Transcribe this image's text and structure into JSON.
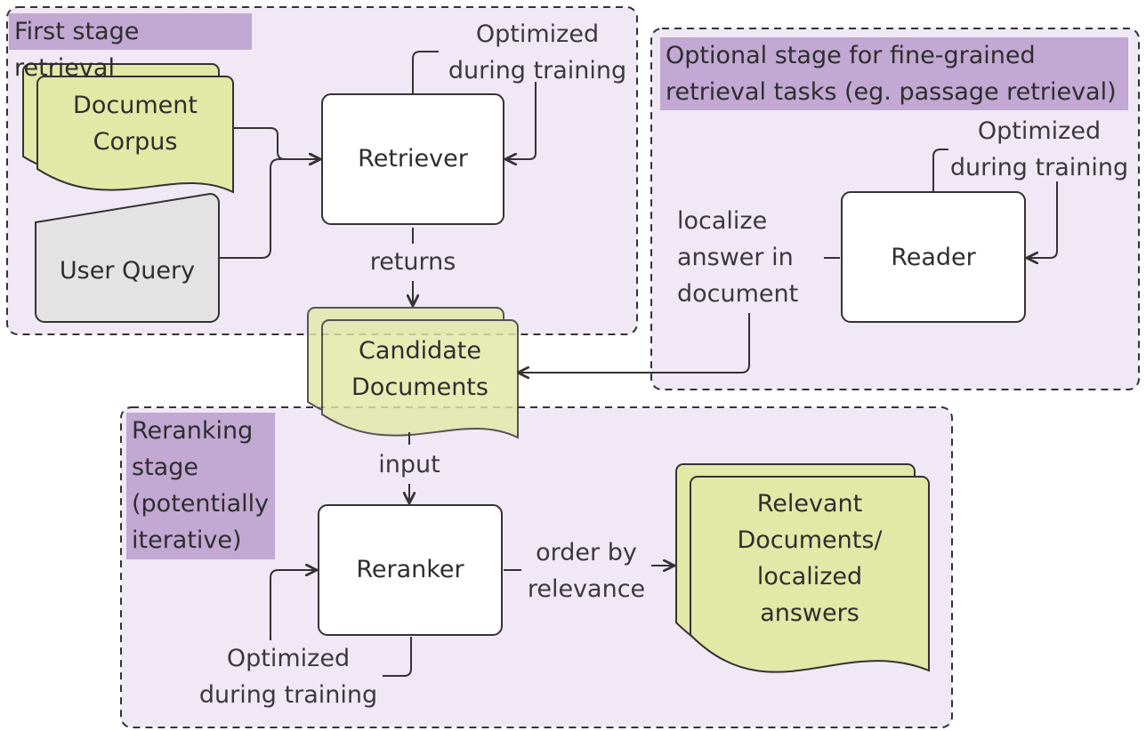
{
  "stages": {
    "first": "First stage retrieval",
    "optional": "Optional stage for fine-grained retrieval tasks (eg. passage retrieval)",
    "optional_line1": "Optional stage for fine-grained",
    "optional_line2": "retrieval tasks (eg. passage retrieval)",
    "rerank_line1": "Reranking",
    "rerank_line2": "stage",
    "rerank_line3": "(potentially",
    "rerank_line4": "iterative)"
  },
  "nodes": {
    "corpus_line1": "Document",
    "corpus_line2": "Corpus",
    "query": "User Query",
    "retriever": "Retriever",
    "candidates_line1": "Candidate",
    "candidates_line2": "Documents",
    "reader": "Reader",
    "reranker": "Reranker",
    "relevant_line1": "Relevant",
    "relevant_line2": "Documents/",
    "relevant_line3": "localized",
    "relevant_line4": "answers"
  },
  "edges": {
    "optimized": "Optimized",
    "during_training": "during training",
    "returns": "returns",
    "input": "input",
    "order_by": "order by",
    "relevance": "relevance",
    "localize_line1": "localize",
    "localize_line2": "answer in",
    "localize_line3": "document"
  },
  "colors": {
    "stage_fill": "#f0e8f5",
    "stage_title": "#c2a8d3",
    "document_fill": "#e2e8a6",
    "query_fill": "#e3e3e3",
    "box_fill": "#ffffff",
    "stroke": "#333333"
  }
}
